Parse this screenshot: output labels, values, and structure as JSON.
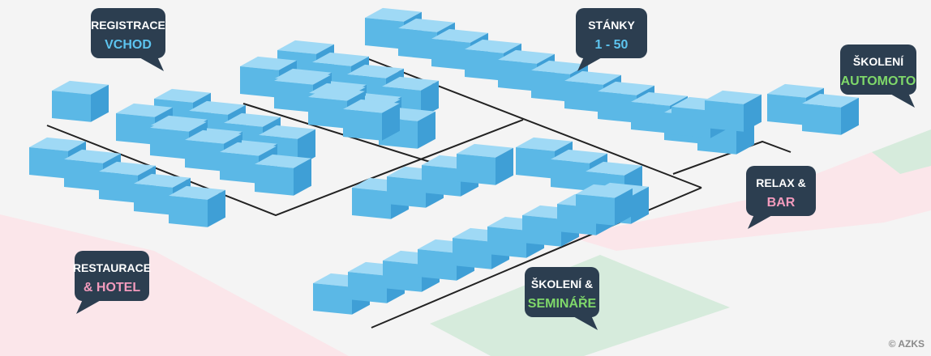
{
  "colors": {
    "background": "#f4f4f4",
    "zone_pink": "#fbe6ea",
    "zone_green": "#d6ebdc",
    "cube_top": "#9fd9f5",
    "cube_left": "#5bb8e6",
    "cube_right": "#3f9fd6",
    "bubble_fill": "#2c3e50",
    "text_white": "#ffffff",
    "text_blue": "#5dc4ef",
    "text_green": "#7fd86a",
    "text_pink": "#f39bbd",
    "path_line": "#222222"
  },
  "labels": [
    {
      "id": "registrace",
      "line1": "REGISTRACE",
      "line2": "VCHOD",
      "line2_color": "text_blue"
    },
    {
      "id": "stanky",
      "line1": "STÁNKY",
      "line2": "1 - 50",
      "line2_color": "text_blue"
    },
    {
      "id": "skoleni-automoto",
      "line1": "ŠKOLENÍ",
      "line2": "AUTOMOTO",
      "line2_color": "text_green"
    },
    {
      "id": "relax-bar",
      "line1": "RELAX &",
      "line2": "BAR",
      "line2_color": "text_pink"
    },
    {
      "id": "restaurace-hotel",
      "line1": "RESTAURACE",
      "line2": "& HOTEL",
      "line2_color": "text_pink"
    },
    {
      "id": "skoleni-seminare",
      "line1": "ŠKOLENÍ &",
      "line2": "SEMINÁŘE",
      "line2_color": "text_green"
    }
  ],
  "copyright": "© AZKS"
}
